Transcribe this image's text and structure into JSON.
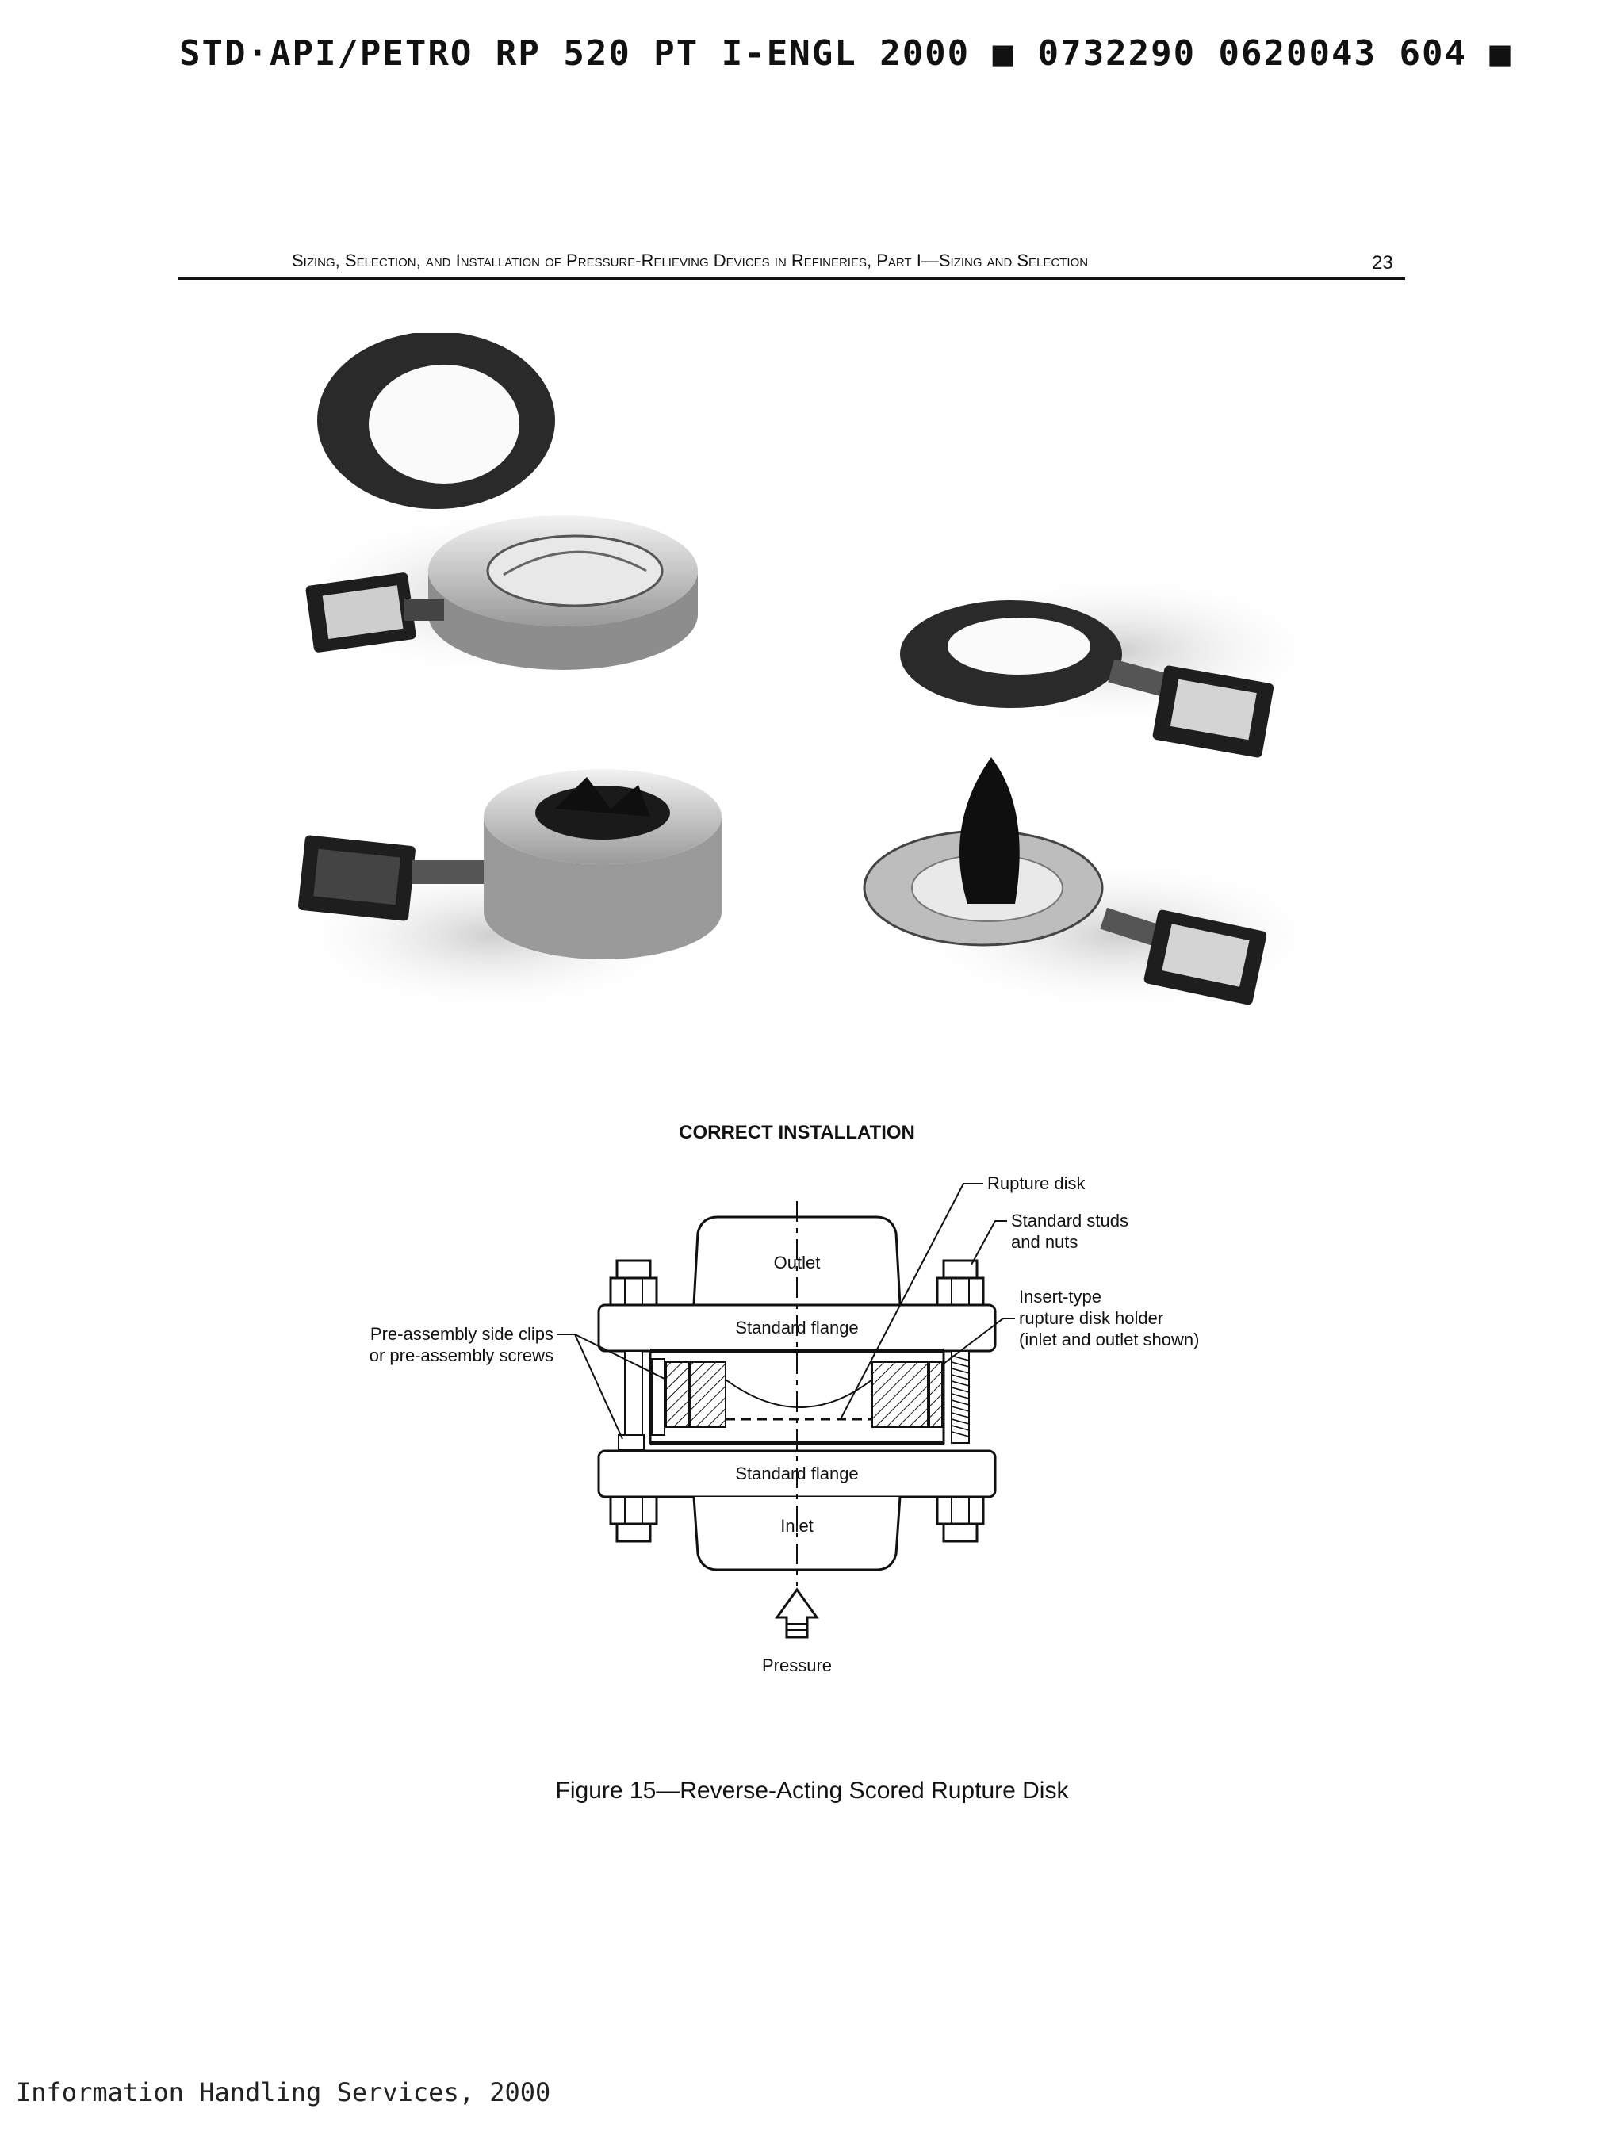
{
  "header": {
    "stamp": "STD·API/PETRO RP 520 PT I-ENGL 2000 ■ 0732290 0620043 604 ■",
    "running_title": "Sizing, Selection, and Installation of Pressure-Relieving Devices in Refineries, Part I—Sizing and Selection",
    "page_number": "23"
  },
  "diagram": {
    "title": "CORRECT INSTALLATION",
    "labels": {
      "rupture_disk": "Rupture disk",
      "studs_line1": "Standard studs",
      "studs_line2": "and nuts",
      "outlet": "Outlet",
      "flange_top": "Standard flange",
      "holder_line1": "Insert-type",
      "holder_line2": "rupture disk holder",
      "holder_line3": "(inlet and outlet shown)",
      "clips_line1": "Pre-assembly side clips",
      "clips_line2": "or pre-assembly screws",
      "flange_bottom": "Standard flange",
      "inlet": "Inlet",
      "pressure": "Pressure"
    }
  },
  "caption": "Figure 15—Reverse-Acting Scored Rupture Disk",
  "footer": "Information Handling Services, 2000"
}
